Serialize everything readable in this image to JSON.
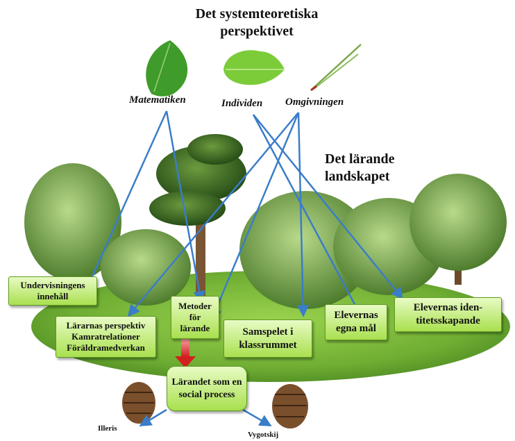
{
  "title_line1": "Det systemteoretiska",
  "title_line2": "perspektivet",
  "subtitle_line1": "Det lärande",
  "subtitle_line2": "landskapet",
  "top_labels": {
    "matematiken": "Matematiken",
    "individen": "Individen",
    "omgivningen": "Omgivningen"
  },
  "boxes": {
    "undervisning": {
      "line1": "Undervisningens",
      "line2": "innehåll"
    },
    "lararnas": {
      "line1": "Lärarnas perspektiv",
      "line2": "Kamratrelationer",
      "line3": "Föräldramedverkan"
    },
    "metoder": {
      "line1": "Metoder",
      "line2": "för",
      "line3": "lärande"
    },
    "samspelet": {
      "line1": "Samspelet i",
      "line2": "klassrummet"
    },
    "elevernas_mal": {
      "line1": "Elevernas",
      "line2": "egna mål"
    },
    "identitet": {
      "line1": "Elevernas iden-",
      "line2": "titetsskapande"
    },
    "larandet": {
      "line1": "Lärandet som en",
      "line2": "social process"
    }
  },
  "bottom_labels": {
    "illeris": "Illeris",
    "vygotskij": "Vygotskij"
  },
  "colors": {
    "arrow": "#3a7dc9",
    "red_arrow": "#e03030",
    "box_fill": "#b7e86a",
    "grass": "#7cbf3a"
  },
  "icons": [
    "leaf-beech-icon",
    "leaf-oak-icon",
    "pine-needle-icon",
    "tree-icon",
    "pinecone-icon"
  ]
}
